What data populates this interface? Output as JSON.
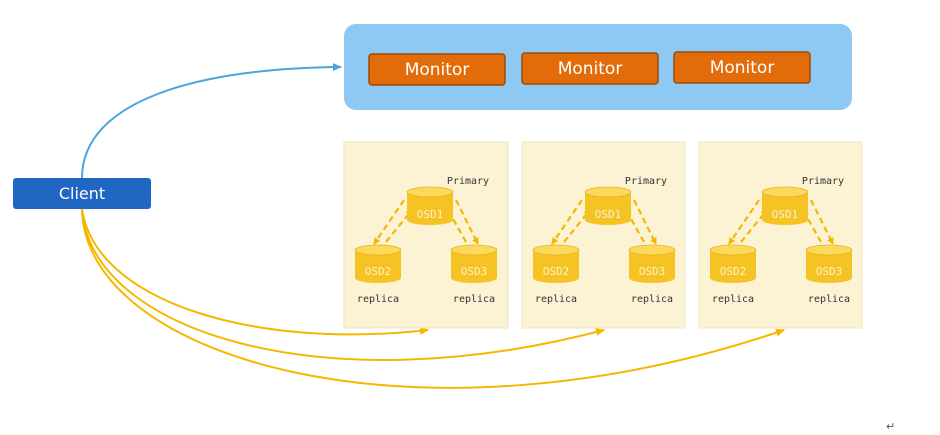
{
  "monitors": {
    "colors": {
      "cluster_bg": "#8ec9f3",
      "box_fill": "#e36c0a",
      "box_stroke": "#9c4a08"
    },
    "items": [
      {
        "label": "Monitor"
      },
      {
        "label": "Monitor"
      },
      {
        "label": "Monitor"
      }
    ]
  },
  "client": {
    "label": "Client",
    "color": "#1f67c2"
  },
  "pools": [
    {
      "primary_label": "Primary",
      "osds": [
        {
          "label": "OSD1",
          "role": ""
        },
        {
          "label": "OSD2",
          "role": "replica"
        },
        {
          "label": "OSD3",
          "role": "replica"
        }
      ]
    },
    {
      "primary_label": "Primary",
      "osds": [
        {
          "label": "OSD1",
          "role": ""
        },
        {
          "label": "OSD2",
          "role": "replica"
        },
        {
          "label": "OSD3",
          "role": "replica"
        }
      ]
    },
    {
      "primary_label": "Primary",
      "osds": [
        {
          "label": "OSD1",
          "role": ""
        },
        {
          "label": "OSD2",
          "role": "replica"
        },
        {
          "label": "OSD3",
          "role": "replica"
        }
      ]
    }
  ],
  "colors": {
    "pool_bg": "#fbf3d4",
    "cylinder": "#f6c325",
    "cylinder_top": "#fad95c",
    "replication_arrow": "#f5b800",
    "data_link": "#f5b800",
    "monitor_link": "#4da3de"
  },
  "footer_mark": "↵"
}
